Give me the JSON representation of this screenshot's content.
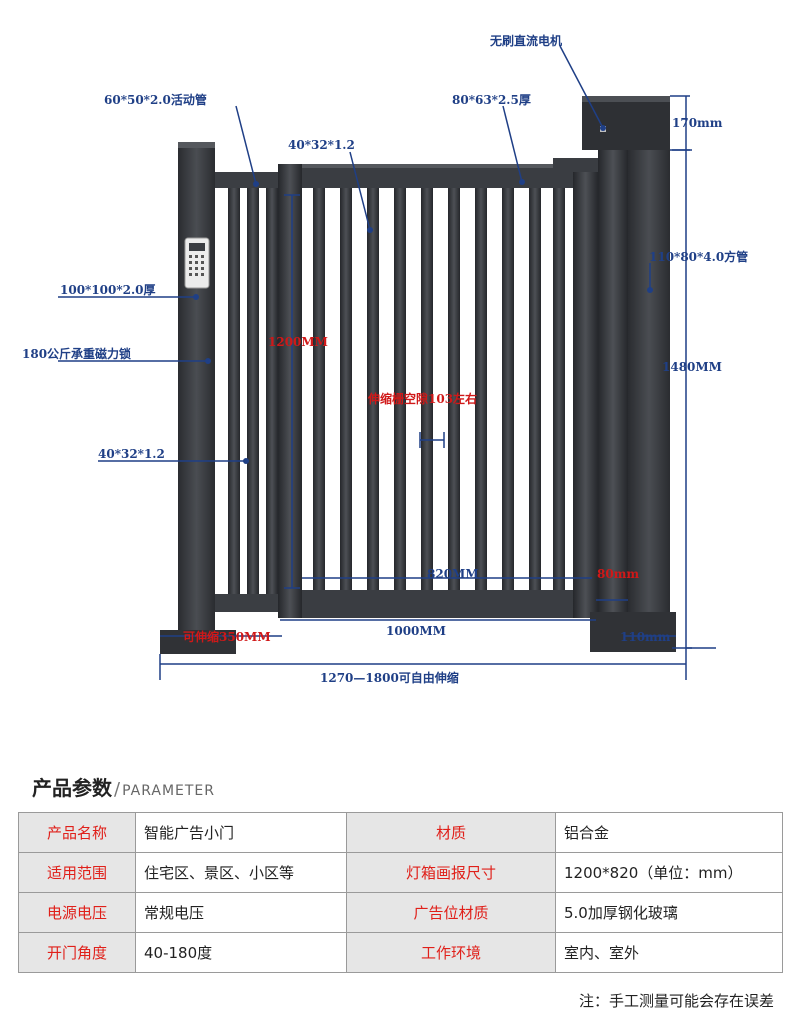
{
  "diagram": {
    "labels": {
      "motor": "无刷直流电机",
      "moving_tube": "60*50*2.0活动管",
      "top_rail": "80*63*2.5厚",
      "bar_tube_top": "40*32*1.2",
      "motor_height": "170mm",
      "right_post": "110*80*4.0方管",
      "left_post": "100*100*2.0厚",
      "magnetic_lock": "180公斤承重磁力锁",
      "inner_height": "1200MM",
      "post_height": "1480MM",
      "gap_note": "伸缩栅空隙103左右",
      "bar_tube_left": "40*32*1.2",
      "inner_width": "820MM",
      "side_margin": "80mm",
      "base_width": "110mm",
      "stretch_left": "可伸缩350MM",
      "gate_width": "1000MM",
      "total_width": "1270—1800可自由伸缩"
    }
  },
  "section": {
    "title_cn": "产品参数",
    "separator": "/",
    "title_en": "PARAMETER"
  },
  "params": [
    [
      {
        "key": "产品名称",
        "value": "智能广告小门"
      },
      {
        "key": "材质",
        "value": "铝合金"
      }
    ],
    [
      {
        "key": "适用范围",
        "value": "住宅区、景区、小区等"
      },
      {
        "key": "灯箱画报尺寸",
        "value": "1200*820（单位：mm）"
      }
    ],
    [
      {
        "key": "电源电压",
        "value": "常规电压"
      },
      {
        "key": "广告位材质",
        "value": "5.0加厚钢化玻璃"
      }
    ],
    [
      {
        "key": "开门角度",
        "value": "40-180度"
      },
      {
        "key": "工作环境",
        "value": "室内、室外"
      }
    ]
  ],
  "note": "注：手工测量可能会存在误差",
  "colors": {
    "gate_metal": "#35373b",
    "dimension_blue": "#1f3f86",
    "label_red": "#d01818",
    "table_key": "#e0201a",
    "table_key_bg": "#e6e6e6"
  }
}
